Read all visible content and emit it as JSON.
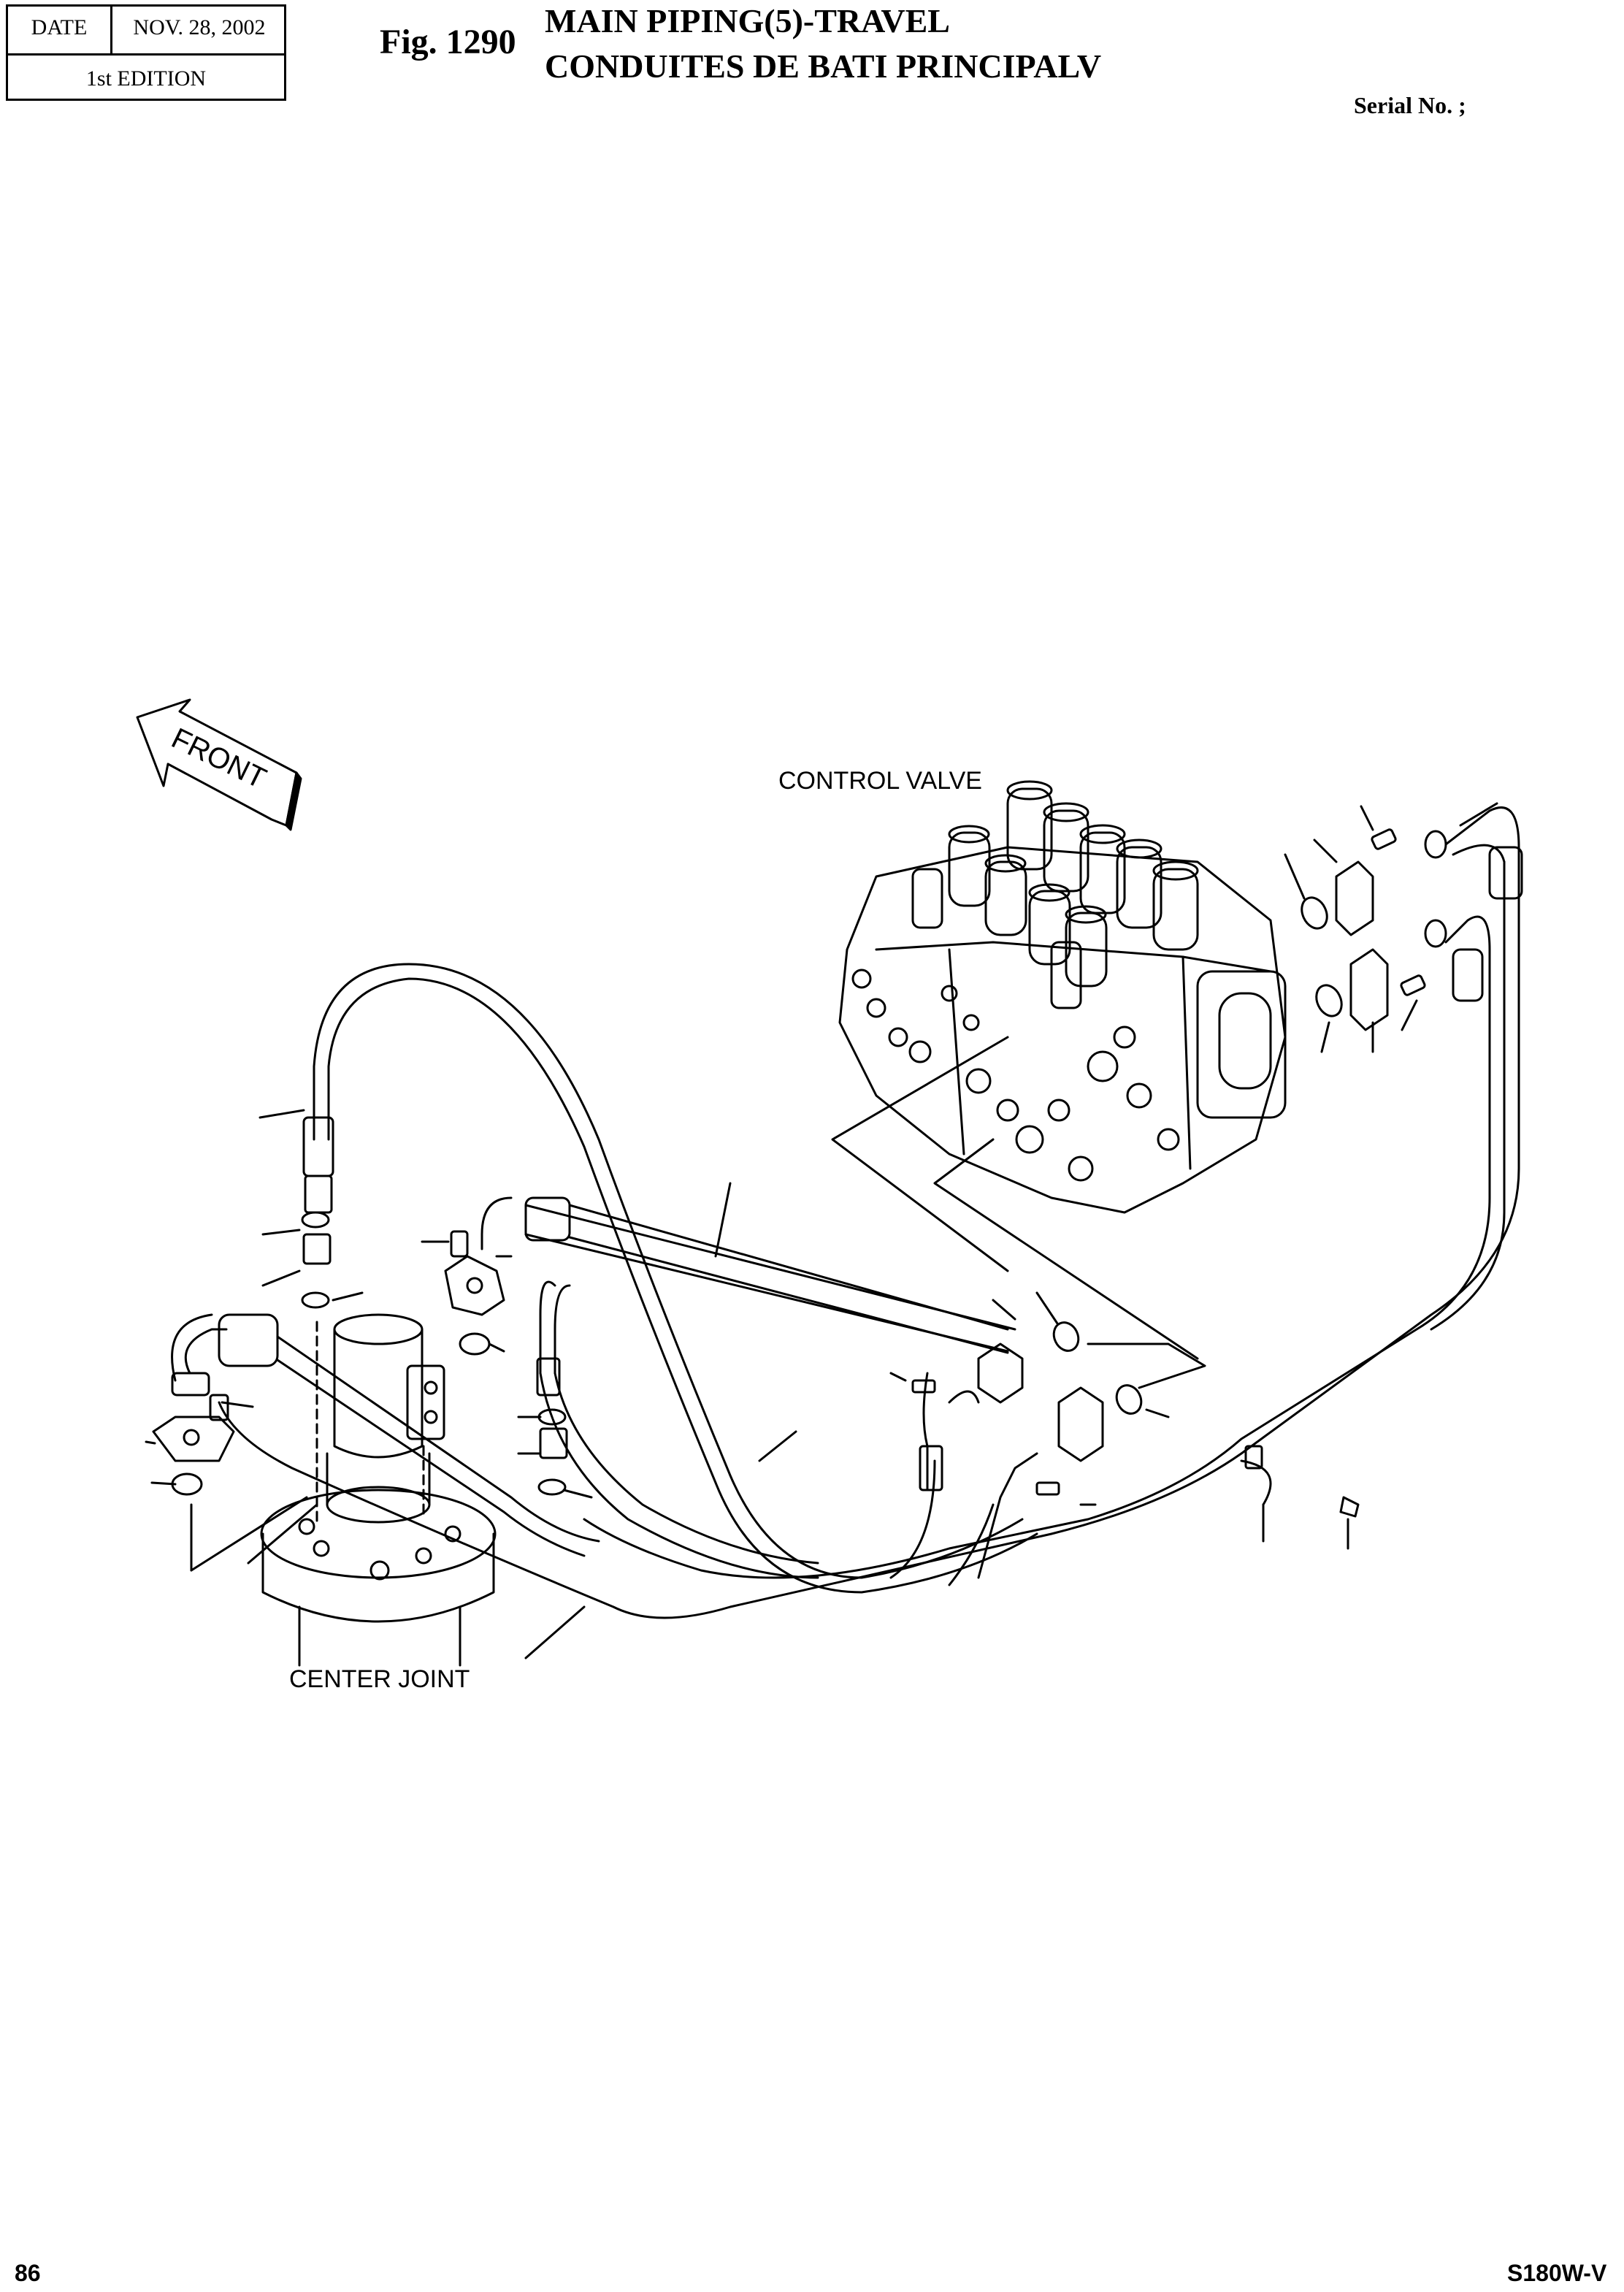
{
  "header": {
    "date_label": "DATE",
    "date_value": "NOV. 28, 2002",
    "edition": "1st EDITION",
    "fig_number": "Fig. 1290",
    "title_en": "MAIN PIPING(5)-TRAVEL",
    "title_fr": "CONDUITES DE BATI PRINCIPALV",
    "serial": "Serial No. ;"
  },
  "diagram": {
    "labels": {
      "front": "FRONT",
      "control_valve": "CONTROL VALVE",
      "center_joint": "CENTER JOINT"
    },
    "icons": [
      "front-arrow-icon"
    ]
  },
  "footer": {
    "page_number": "86",
    "model": "S180W-V"
  }
}
